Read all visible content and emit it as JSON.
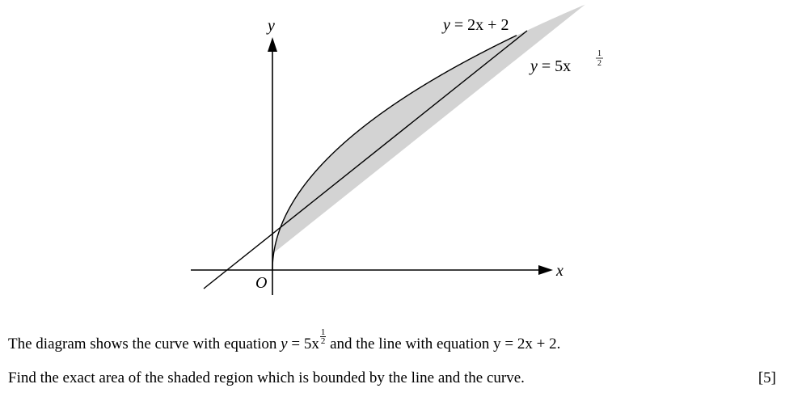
{
  "diagram": {
    "axis_y_label": "y",
    "axis_x_label": "x",
    "origin_label": "O",
    "line_label_lhs": "y",
    "line_label_rhs": "= 2x + 2",
    "curve_label_lhs": "y",
    "curve_label_rhs": "= 5x",
    "curve_exponent_num": "1",
    "curve_exponent_den": "2",
    "shaded_region_color": "#d3d3d3"
  },
  "question": {
    "statement_part1": "The diagram shows the curve with equation ",
    "statement_eq1_lhs": "y",
    "statement_eq1_rhs": " = 5x",
    "statement_exp_num": "1",
    "statement_exp_den": "2",
    "statement_part2": " and the line with equation ",
    "statement_eq2": "y = 2x + 2.",
    "task": "Find the exact area of the shaded region which is bounded by the line and the curve.",
    "marks": "[5]"
  }
}
